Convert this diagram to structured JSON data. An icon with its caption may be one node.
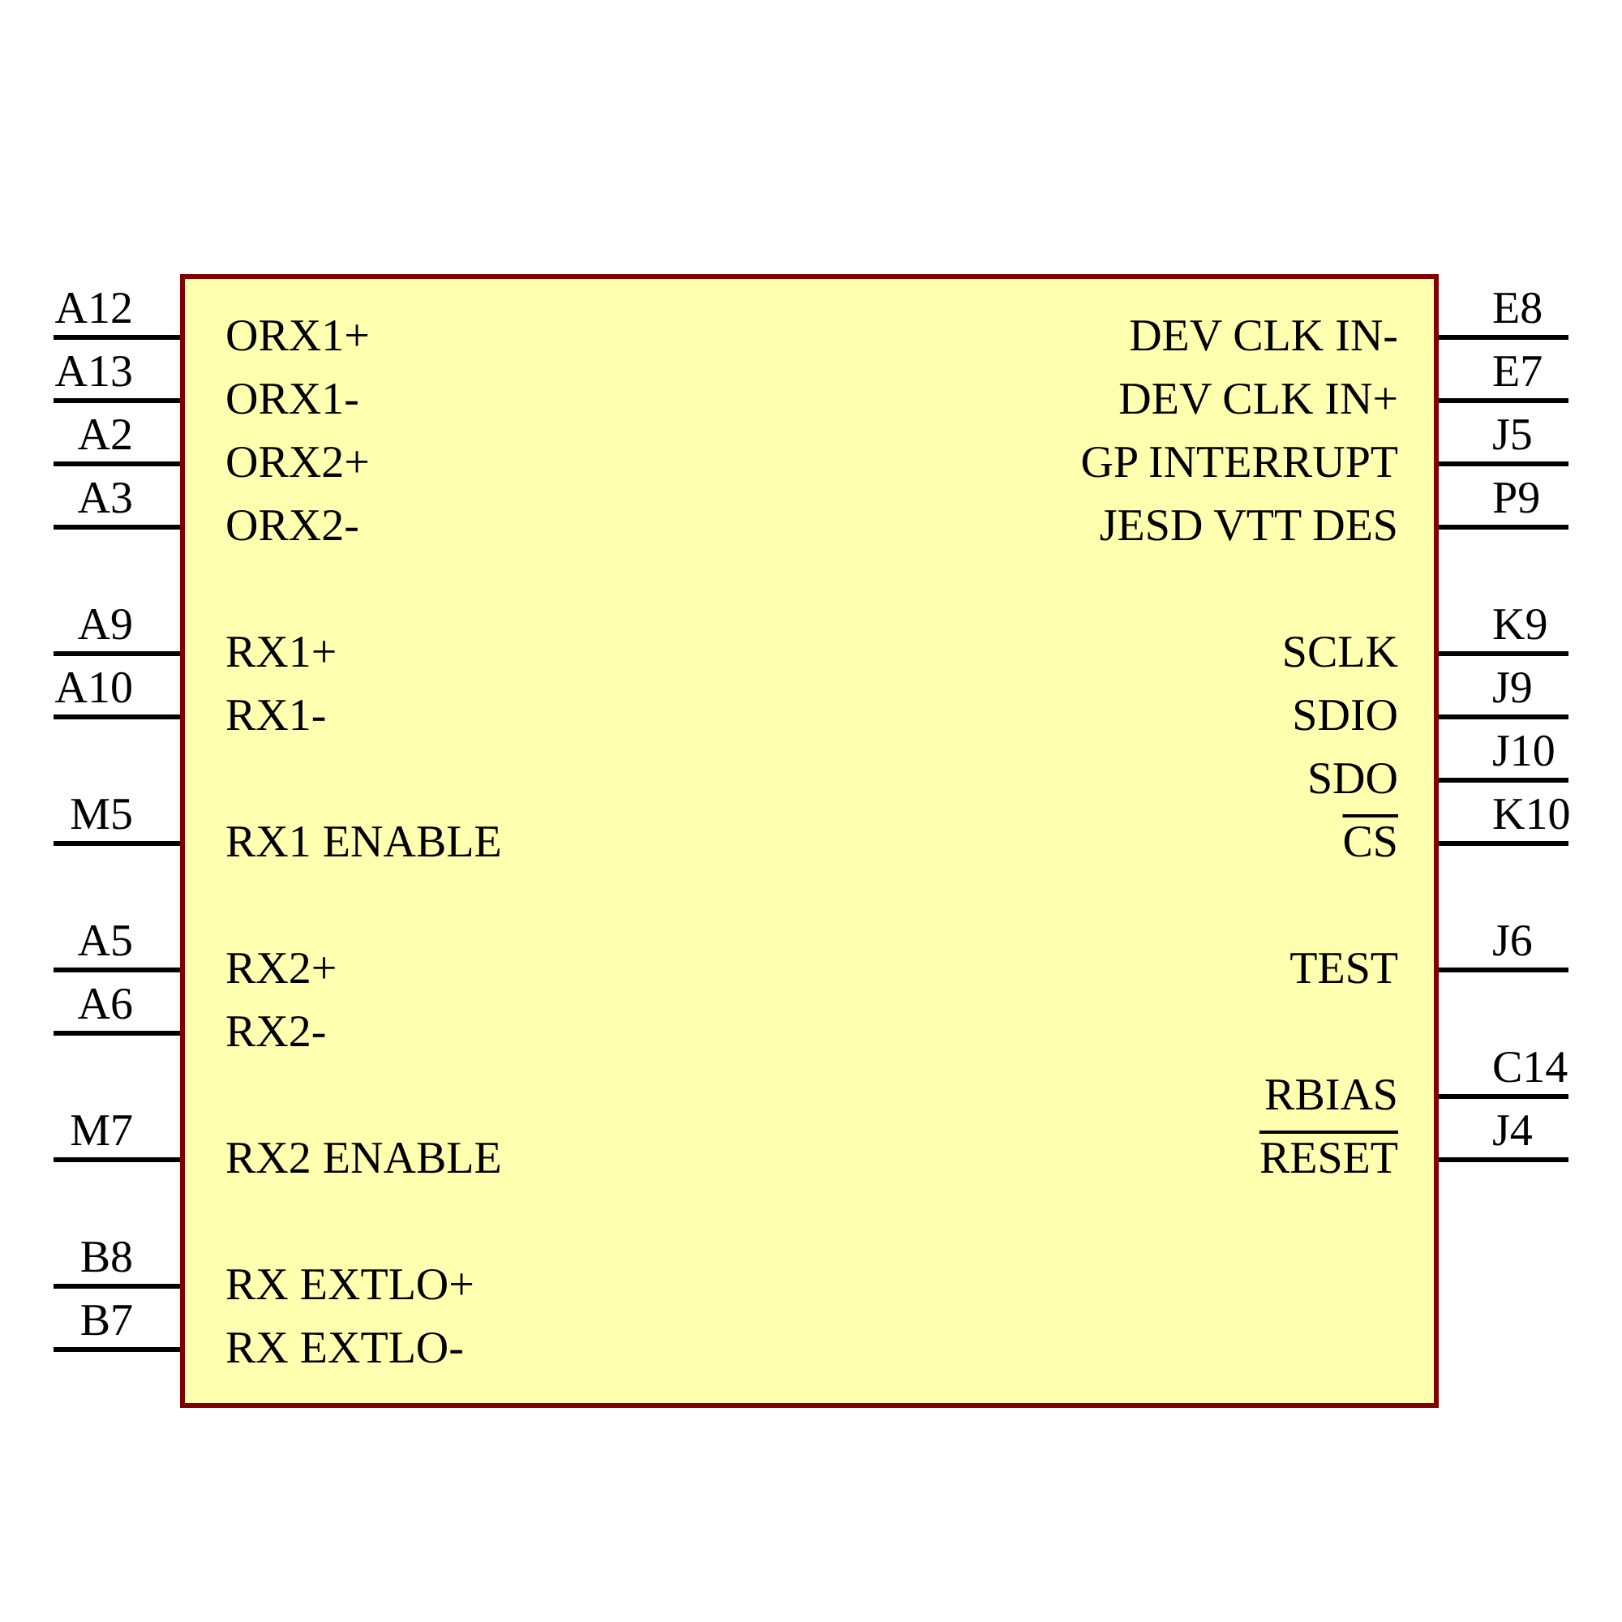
{
  "diagram": {
    "nodes": [
      {
        "text": [
          "ORX1+",
          "ORX1-",
          "ORX2+",
          "ORX2-",
          "RX1+",
          "RX1-",
          "RX1 ENABLE",
          "RX2+",
          "RX2-",
          "RX2 ENABLE",
          "RX EXTLO+",
          "RX EXTLO-",
          "DEV CLK IN-",
          "DEV CLK IN+",
          "GP INTERRUPT",
          "JESD VTT DES",
          "SCLK",
          "SDIO",
          "SDO",
          "CS",
          "TEST",
          "RBIAS",
          "RESET"
        ]
      }
    ],
    "labels": [
      "A12",
      "A13",
      "A2",
      "A3",
      "A9",
      "A10",
      "M5",
      "A5",
      "A6",
      "M7",
      "B8",
      "B7",
      "E8",
      "E7",
      "J5",
      "P9",
      "K9",
      "J9",
      "J10",
      "K10",
      "J6",
      "C14",
      "J4"
    ]
  }
}
